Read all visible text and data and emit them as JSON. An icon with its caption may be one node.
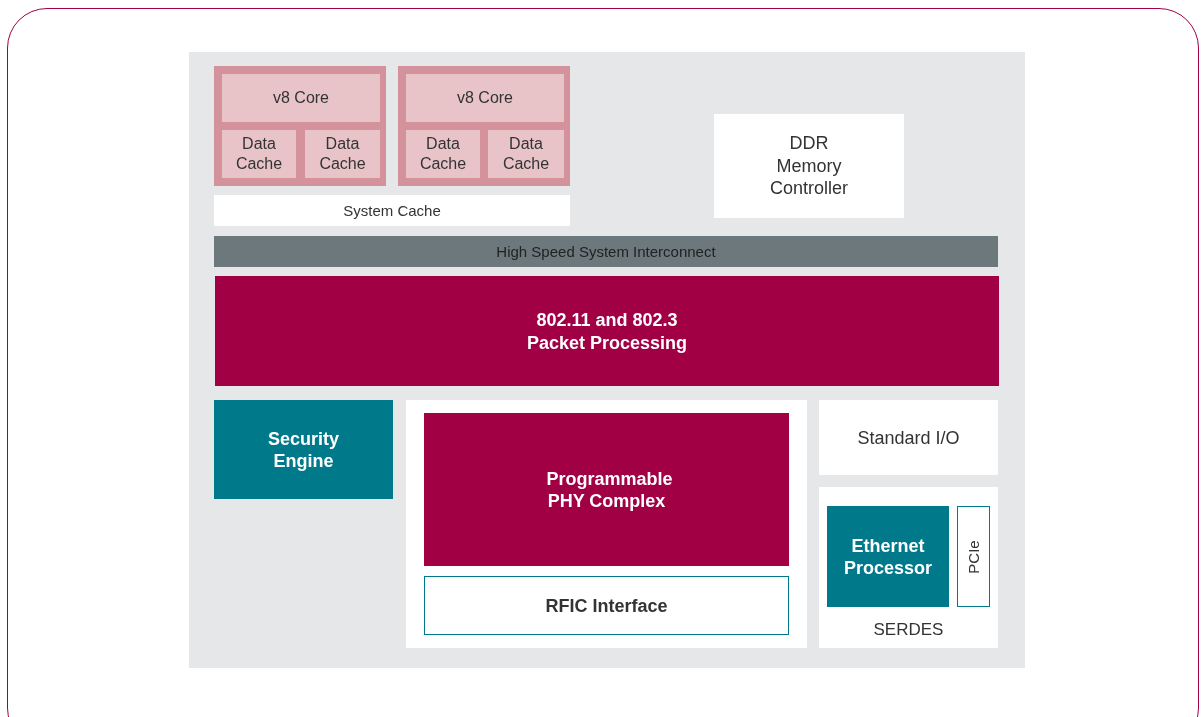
{
  "diagram": {
    "nodes": [
      {
        "text": [],
        "shape": "box"
      },
      {
        "text": [],
        "shape": "box",
        "in": 0
      },
      {
        "text": [
          "v8 Core"
        ],
        "in": 1
      },
      {
        "text": [
          "Data Cache"
        ],
        "in": 1
      },
      {
        "text": [
          "Data Cache"
        ],
        "in": 1
      },
      {
        "text": [],
        "shape": "box",
        "in": 0
      },
      {
        "text": [
          "v8 Core"
        ],
        "in": 5
      },
      {
        "text": [
          "Data Cache"
        ],
        "in": 5
      },
      {
        "text": [
          "Data Cache"
        ],
        "in": 5
      },
      {
        "text": [
          "System Cache"
        ],
        "in": 0
      },
      {
        "text": [
          "DDR Memory Controller"
        ],
        "in": 0
      },
      {
        "text": [
          "High Speed System Interconnect"
        ],
        "in": 0
      },
      {
        "text": [
          "802.11 and 802.3 Packet Processing"
        ],
        "in": 0
      },
      {
        "text": [
          "Security Engine"
        ],
        "in": 0
      },
      {
        "text": [],
        "shape": "box",
        "in": 0
      },
      {
        "text": [
          "Programmable PHY Complex"
        ],
        "in": 14
      },
      {
        "text": [
          "RFIC Interface"
        ],
        "in": 14
      },
      {
        "text": [
          "Standard I/O"
        ],
        "in": 0
      },
      {
        "text": [
          "SERDES"
        ],
        "in": 0
      },
      {
        "text": [
          "Ethernet Processor"
        ],
        "in": 18
      },
      {
        "text": [
          "PCIe"
        ],
        "in": 18
      }
    ],
    "edges": []
  }
}
